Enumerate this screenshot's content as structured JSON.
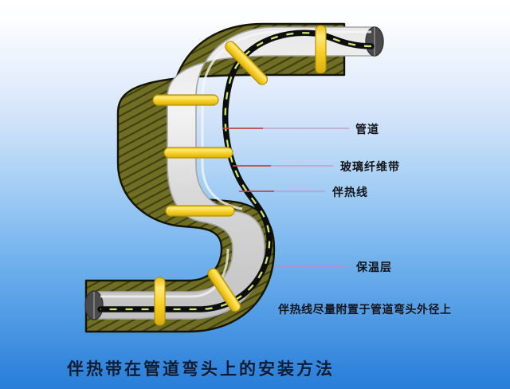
{
  "figure": {
    "title": "伴热带在管道弯头上的安装方法",
    "note": "伴热线尽量附置于管道弯头外径上",
    "callouts": [
      {
        "label": "管道",
        "name": "callout-pipe"
      },
      {
        "label": "玻璃纤维带",
        "name": "callout-fiberglass-tape"
      },
      {
        "label": "伴热线",
        "name": "callout-heat-trace-cable"
      },
      {
        "label": "保温层",
        "name": "callout-insulation-layer"
      }
    ],
    "colors": {
      "background_top": "#ffffff",
      "background_bottom": "#2a7fd9",
      "insulation_fill": "#6f6e23",
      "insulation_hatch": "#3d3d10",
      "insulation_outline": "#1a1a06",
      "pipe_fill": "#d8d8d8",
      "pipe_highlight": "#f0f0f0",
      "pipe_outline": "#9a9a9a",
      "pipe_end_cap": "#4d4d4d",
      "heat_trace_cable": "#101010",
      "heat_trace_dash": "#c8e86a",
      "tape_fill": "#f5d02a",
      "tape_highlight": "#ffe87a",
      "tape_outline": "#b89808",
      "leader_line": "#c49cc4",
      "leader_line_inner": "#c0392b",
      "title_text": "#0d1b33",
      "label_text": "#111418"
    }
  }
}
